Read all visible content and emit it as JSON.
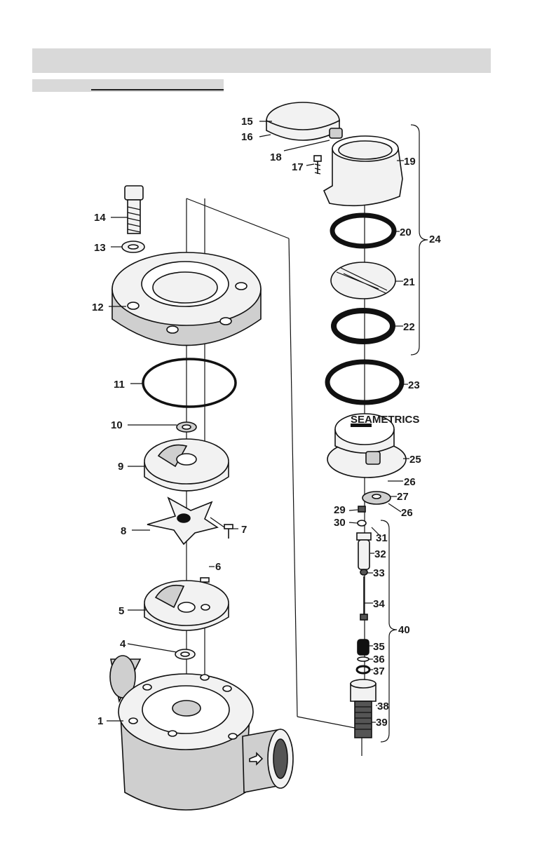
{
  "header": {
    "title": "",
    "subtitle": ""
  },
  "callouts": [
    {
      "id": "c1",
      "label": "1"
    },
    {
      "id": "c4",
      "label": "4"
    },
    {
      "id": "c5",
      "label": "5"
    },
    {
      "id": "c6",
      "label": "6"
    },
    {
      "id": "c7",
      "label": "7"
    },
    {
      "id": "c8",
      "label": "8"
    },
    {
      "id": "c9",
      "label": "9"
    },
    {
      "id": "c10",
      "label": "10"
    },
    {
      "id": "c11",
      "label": "11"
    },
    {
      "id": "c12",
      "label": "12"
    },
    {
      "id": "c13",
      "label": "13"
    },
    {
      "id": "c14",
      "label": "14"
    },
    {
      "id": "c15",
      "label": "15"
    },
    {
      "id": "c16",
      "label": "16"
    },
    {
      "id": "c17",
      "label": "17"
    },
    {
      "id": "c18",
      "label": "18"
    },
    {
      "id": "c19",
      "label": "19"
    },
    {
      "id": "c20",
      "label": "20"
    },
    {
      "id": "c21",
      "label": "21"
    },
    {
      "id": "c22",
      "label": "22"
    },
    {
      "id": "c23",
      "label": "23"
    },
    {
      "id": "c24",
      "label": "24"
    },
    {
      "id": "c25",
      "label": "25"
    },
    {
      "id": "c26a",
      "label": "26"
    },
    {
      "id": "c26b",
      "label": "26"
    },
    {
      "id": "c27",
      "label": "27"
    },
    {
      "id": "c29",
      "label": "29"
    },
    {
      "id": "c30",
      "label": "30"
    },
    {
      "id": "c31",
      "label": "31"
    },
    {
      "id": "c32",
      "label": "32"
    },
    {
      "id": "c33",
      "label": "33"
    },
    {
      "id": "c34",
      "label": "34"
    },
    {
      "id": "c35",
      "label": "35"
    },
    {
      "id": "c36",
      "label": "36"
    },
    {
      "id": "c37",
      "label": "37"
    },
    {
      "id": "c38",
      "label": "38"
    },
    {
      "id": "c39",
      "label": "39"
    },
    {
      "id": "c40",
      "label": "40"
    }
  ],
  "nameplate": {
    "text": "SEAMETRICS"
  }
}
